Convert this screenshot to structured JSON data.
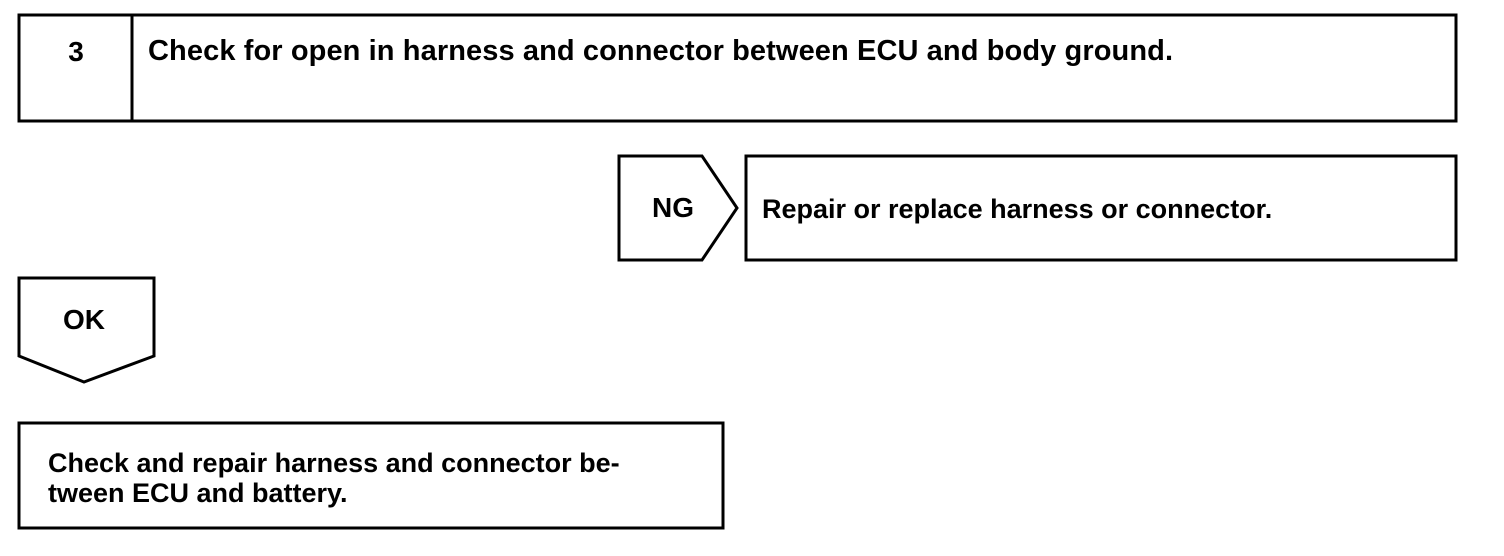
{
  "step": {
    "number": "3",
    "title": "Check for open in harness and connector between ECU and body ground."
  },
  "ng": {
    "label": "NG",
    "action": "Repair or replace harness or connector."
  },
  "ok": {
    "label": "OK",
    "action_line1": "Check and repair harness and connector be-",
    "action_line2": "tween ECU and battery."
  },
  "colors": {
    "line": "#000000",
    "background": "#ffffff"
  }
}
